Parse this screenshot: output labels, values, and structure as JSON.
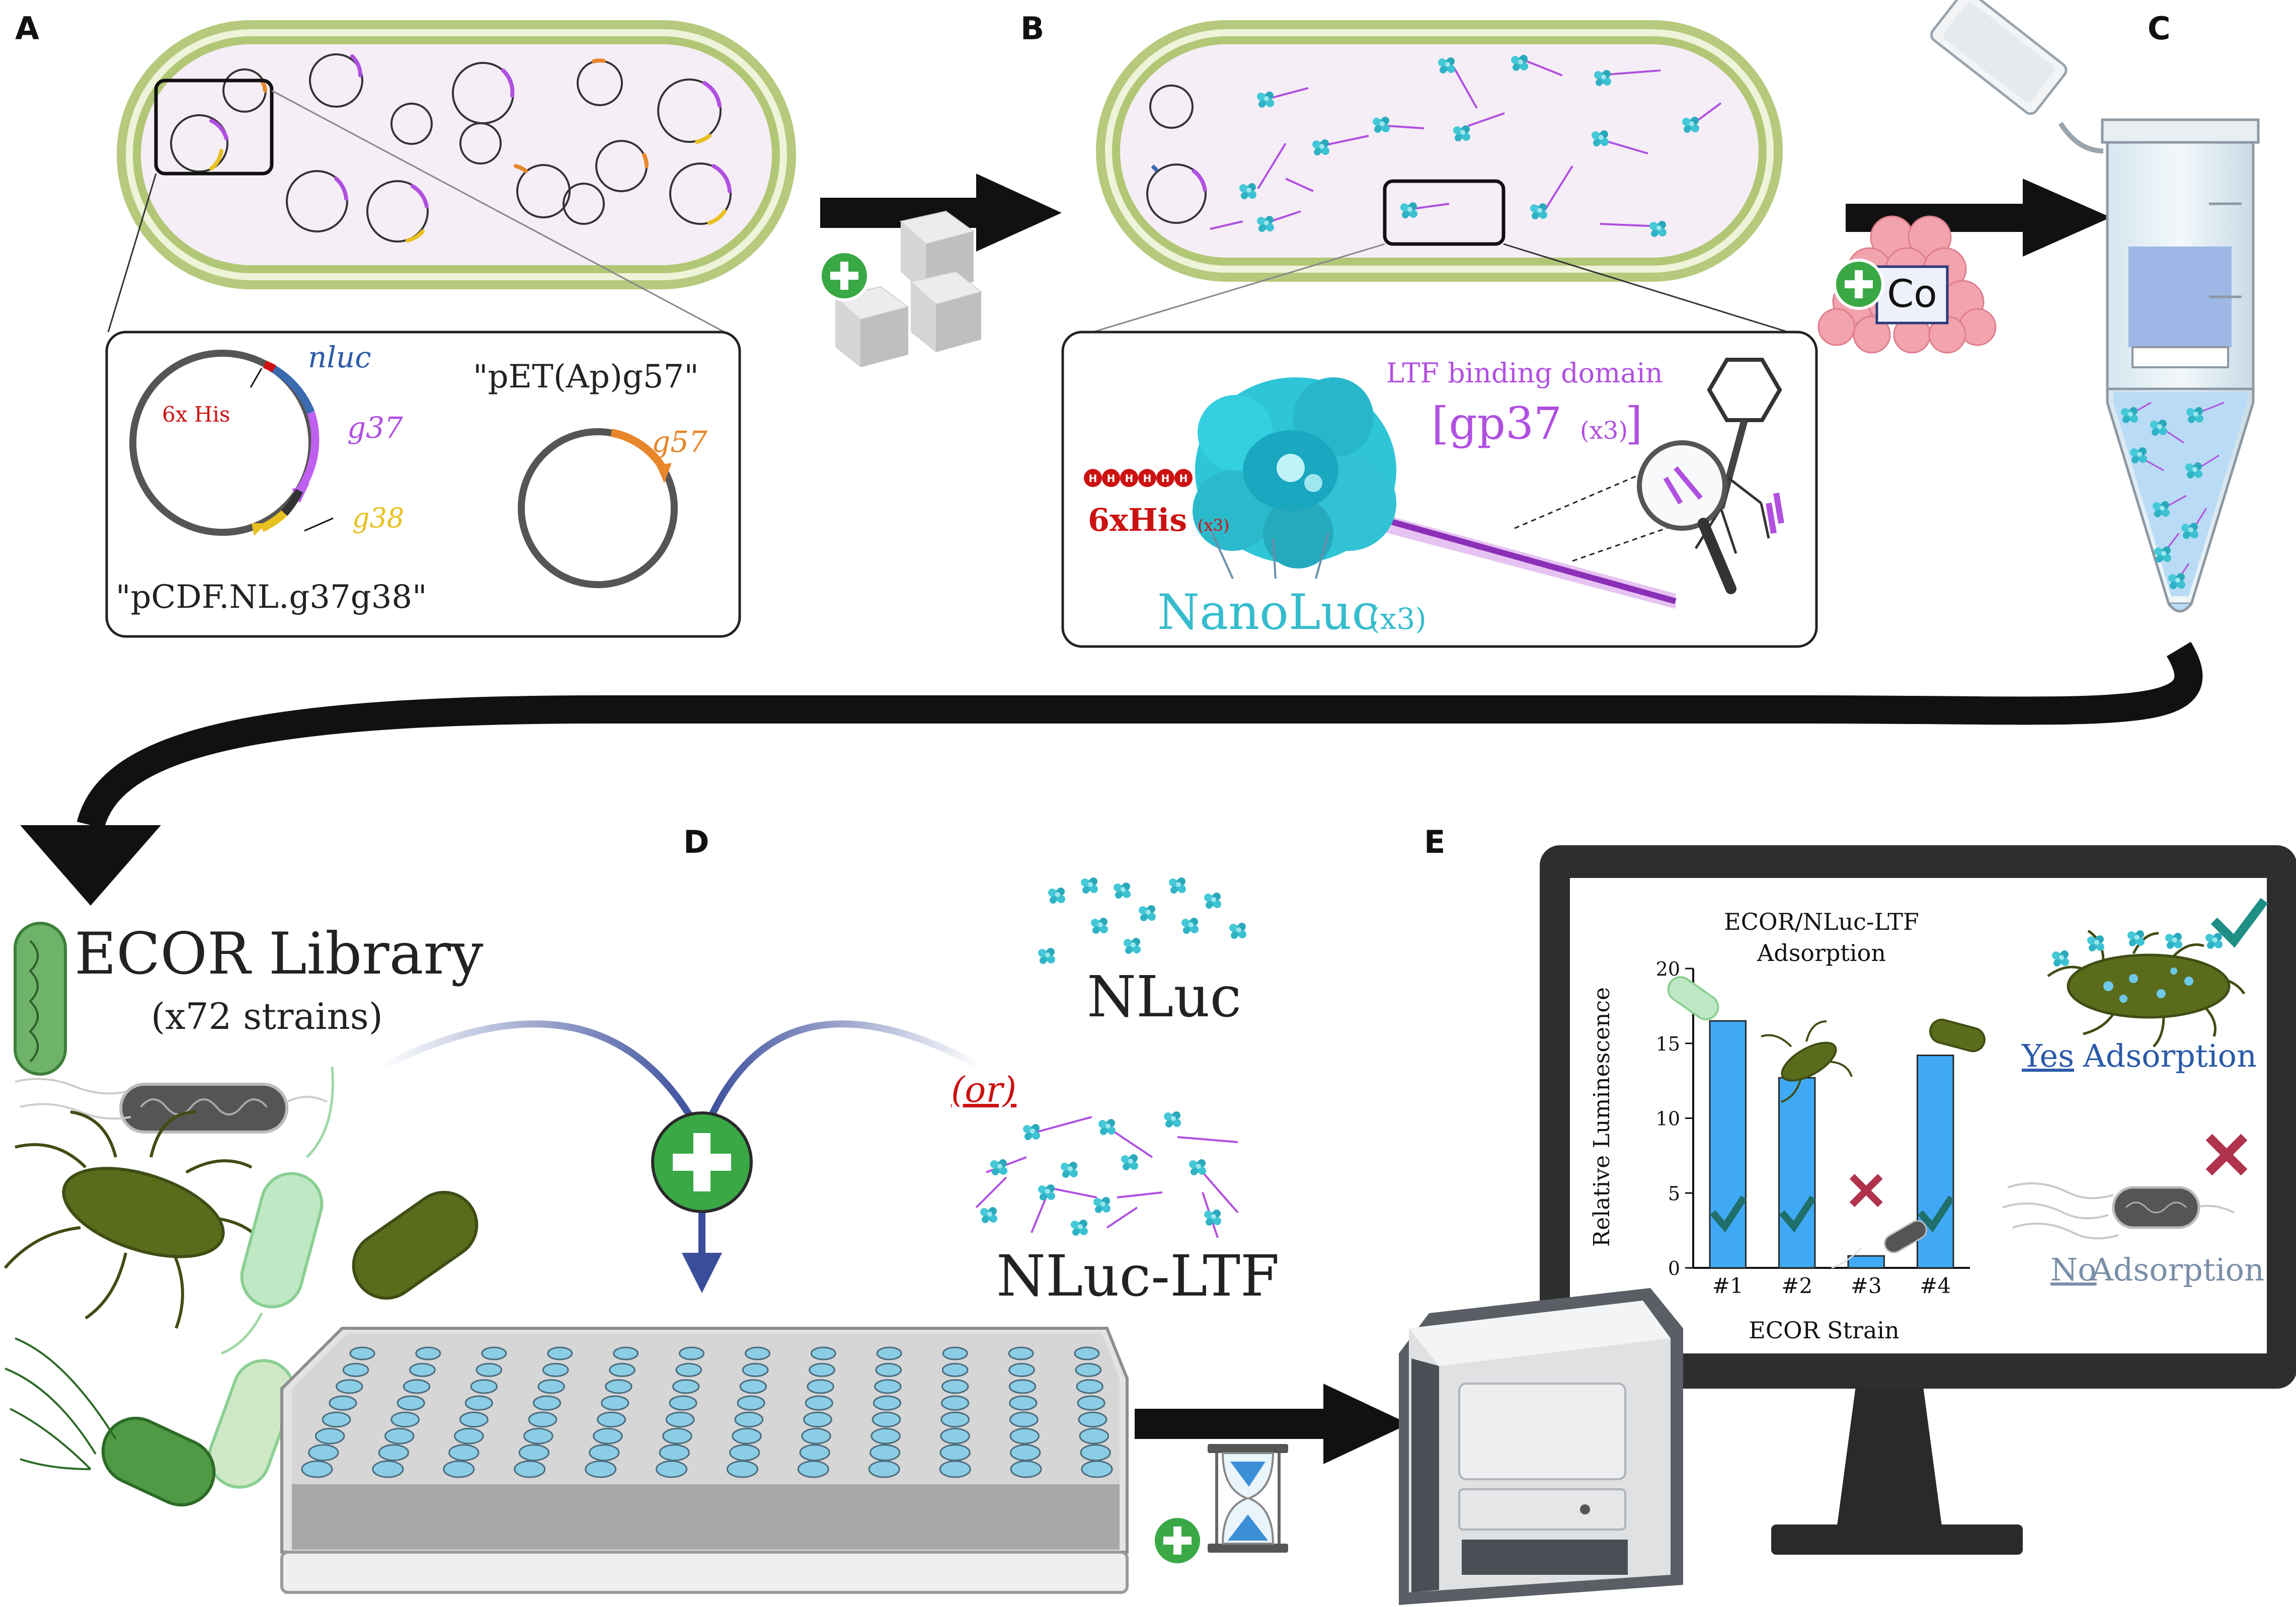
{
  "panels": {
    "a": "A",
    "b": "B",
    "c": "C",
    "d": "D",
    "e": "E"
  },
  "plasmids": {
    "nluc": "nluc",
    "his": "6x His",
    "g37": "g37",
    "g38": "g38",
    "pcdf_name": "\"pCDF.NL.g37g38\"",
    "pet_name": "\"pET(Ap)g57\"",
    "g57": "g57"
  },
  "protein": {
    "ltf_domain": "LTF binding domain",
    "gp37": "[gp37",
    "gp37_x3": "(x3)",
    "gp37_close": "]",
    "his_tag": "6xHis",
    "his_x3": "(x3)",
    "nanoluc": "NanoLuc",
    "nanoluc_x3": "(x3)",
    "his_beads": [
      "H",
      "H",
      "H",
      "H",
      "H",
      "H"
    ]
  },
  "cobalt_label": "Co",
  "panel_d": {
    "library_title": "ECOR Library",
    "library_sub": "(x72 strains)",
    "nluc_label": "NLuc",
    "or_label": "(or)",
    "nluc_ltf_label": "NLuc-LTF"
  },
  "monitor_chart": {
    "title_line1": "ECOR/NLuc-LTF",
    "title_line2": "Adsorption",
    "yes_word": "Yes",
    "yes_rest": " Adsorption",
    "no_word": "No",
    "no_rest": " Adsorption"
  },
  "chart_data": {
    "type": "bar",
    "title": "ECOR/NLuc-LTF Adsorption",
    "xlabel": "ECOR Strain",
    "ylabel": "Relative Luminescence",
    "categories": [
      "#1",
      "#2",
      "#3",
      "#4"
    ],
    "values": [
      16.5,
      12.7,
      0.8,
      14.2
    ],
    "ylim": [
      0,
      20
    ],
    "yticks": [
      0,
      5,
      10,
      15,
      20
    ],
    "adsorption": [
      true,
      true,
      false,
      true
    ],
    "bar_color": "#3fa9f5",
    "check_color": "#1f6f6a",
    "cross_color": "#b0334d"
  },
  "colors": {
    "cell_wall": "#a8c070",
    "cell_fill": "#f3eaf3",
    "nluc_teal": "#3cc0d0",
    "purple": "#b050e0",
    "red": "#cc1111",
    "blue_label": "#2b5aa8",
    "orange": "#e8862a",
    "yellow": "#e8c020",
    "green_plus": "#3aa845"
  }
}
